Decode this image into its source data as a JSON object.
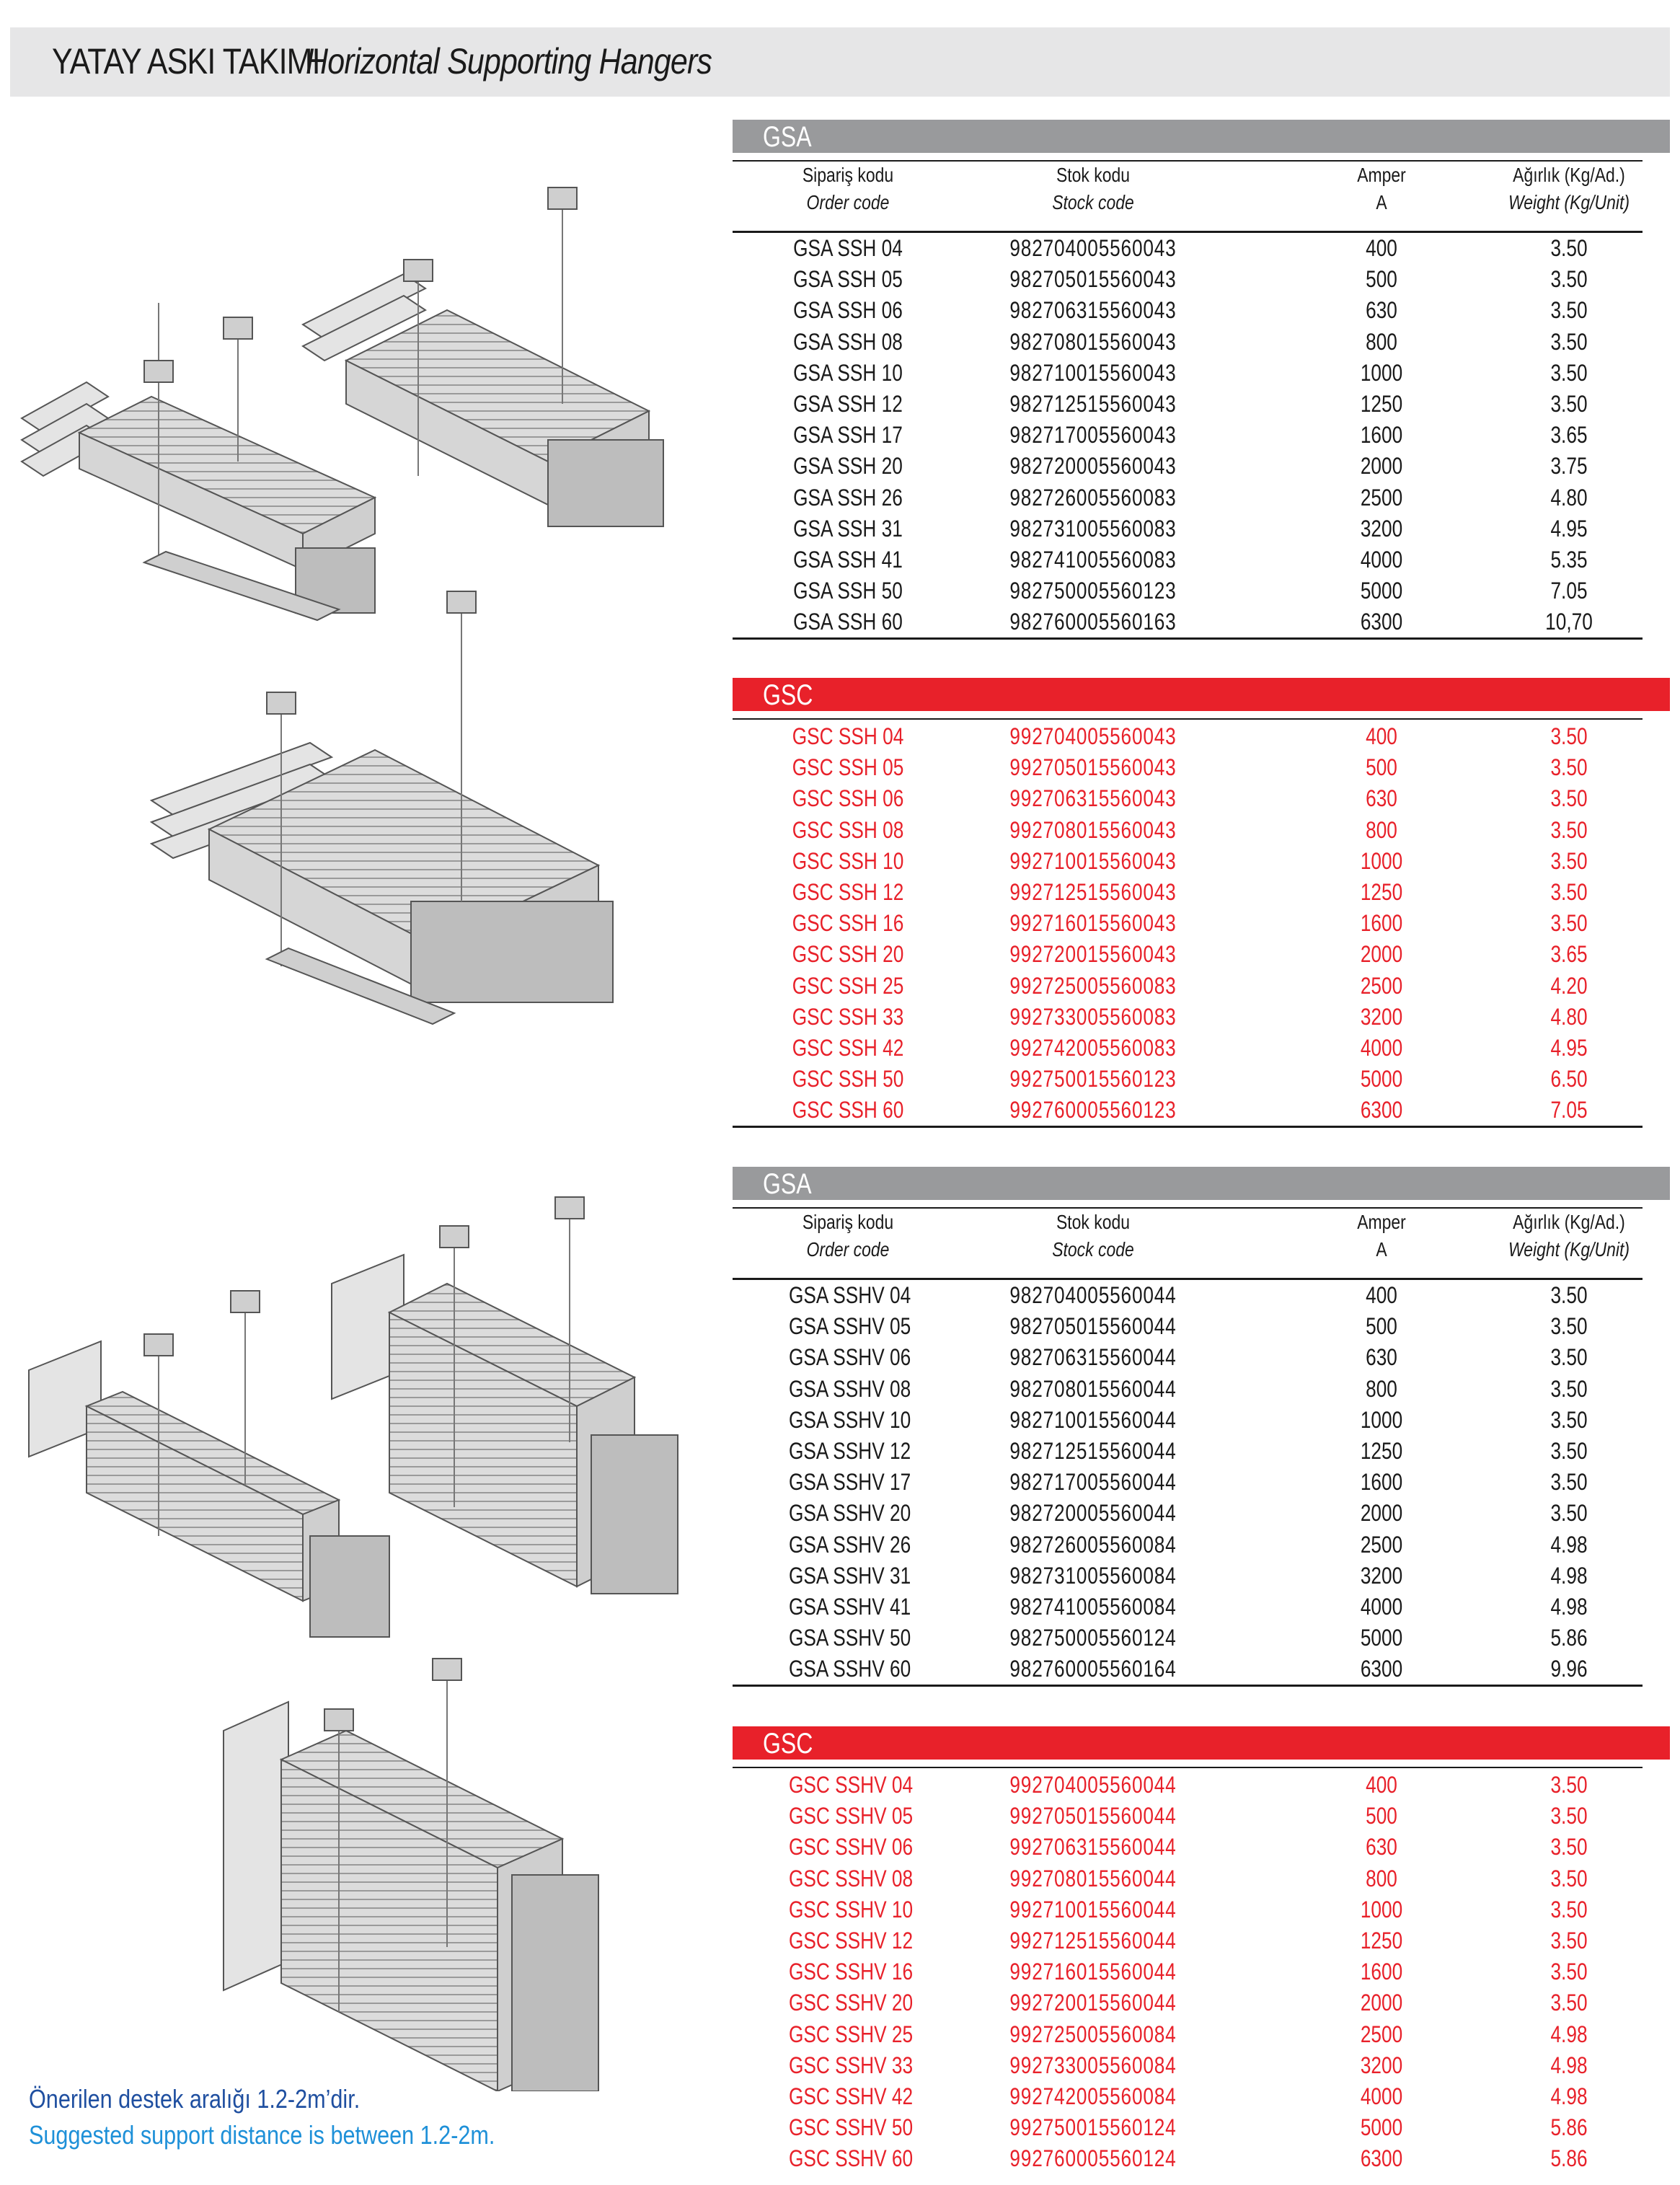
{
  "header": {
    "title_tr": "YATAY ASKI TAKIMI",
    "title_en": "Horizontal Supporting Hangers"
  },
  "columns": {
    "order_tr": "Sipariş kodu",
    "order_en": "Order code",
    "stock_tr": "Stok kodu",
    "stock_en": "Stock code",
    "amp_tr": "Amper",
    "amp_en": "A",
    "weight_tr": "Ağırlık (Kg/Ad.)",
    "weight_en": "Weight (Kg/Unit)"
  },
  "sections": [
    {
      "label": "GSA",
      "color": "#999a9c",
      "rows": [
        [
          "GSA SSH 04",
          "982704005560043",
          "400",
          "3.50"
        ],
        [
          "GSA SSH 05",
          "982705015560043",
          "500",
          "3.50"
        ],
        [
          "GSA SSH 06",
          "982706315560043",
          "630",
          "3.50"
        ],
        [
          "GSA SSH 08",
          "982708015560043",
          "800",
          "3.50"
        ],
        [
          "GSA SSH 10",
          "982710015560043",
          "1000",
          "3.50"
        ],
        [
          "GSA SSH 12",
          "982712515560043",
          "1250",
          "3.50"
        ],
        [
          "GSA SSH 17",
          "982717005560043",
          "1600",
          "3.65"
        ],
        [
          "GSA SSH 20",
          "982720005560043",
          "2000",
          "3.75"
        ],
        [
          "GSA SSH 26",
          "982726005560083",
          "2500",
          "4.80"
        ],
        [
          "GSA SSH 31",
          "982731005560083",
          "3200",
          "4.95"
        ],
        [
          "GSA SSH 41",
          "982741005560083",
          "4000",
          "5.35"
        ],
        [
          "GSA SSH 50",
          "982750005560123",
          "5000",
          "7.05"
        ],
        [
          "GSA SSH 60",
          "982760005560163",
          "6300",
          "10,70"
        ]
      ]
    },
    {
      "label": "GSC",
      "color": "#e8212a",
      "rows": [
        [
          "GSC SSH 04",
          "992704005560043",
          "400",
          "3.50"
        ],
        [
          "GSC SSH 05",
          "992705015560043",
          "500",
          "3.50"
        ],
        [
          "GSC SSH 06",
          "992706315560043",
          "630",
          "3.50"
        ],
        [
          "GSC SSH 08",
          "992708015560043",
          "800",
          "3.50"
        ],
        [
          "GSC SSH 10",
          "992710015560043",
          "1000",
          "3.50"
        ],
        [
          "GSC SSH 12",
          "992712515560043",
          "1250",
          "3.50"
        ],
        [
          "GSC SSH 16",
          "992716015560043",
          "1600",
          "3.50"
        ],
        [
          "GSC SSH 20",
          "992720015560043",
          "2000",
          "3.65"
        ],
        [
          "GSC SSH 25",
          "992725005560083",
          "2500",
          "4.20"
        ],
        [
          "GSC SSH 33",
          "992733005560083",
          "3200",
          "4.80"
        ],
        [
          "GSC SSH 42",
          "992742005560083",
          "4000",
          "4.95"
        ],
        [
          "GSC SSH 50",
          "992750015560123",
          "5000",
          "6.50"
        ],
        [
          "GSC SSH 60",
          "992760005560123",
          "6300",
          "7.05"
        ]
      ]
    },
    {
      "label": "GSA",
      "color": "#999a9c",
      "rows": [
        [
          "GSA SSHV 04",
          "982704005560044",
          "400",
          "3.50"
        ],
        [
          "GSA SSHV 05",
          "982705015560044",
          "500",
          "3.50"
        ],
        [
          "GSA SSHV 06",
          "982706315560044",
          "630",
          "3.50"
        ],
        [
          "GSA SSHV 08",
          "982708015560044",
          "800",
          "3.50"
        ],
        [
          "GSA SSHV 10",
          "982710015560044",
          "1000",
          "3.50"
        ],
        [
          "GSA SSHV 12",
          "982712515560044",
          "1250",
          "3.50"
        ],
        [
          "GSA SSHV 17",
          "982717005560044",
          "1600",
          "3.50"
        ],
        [
          "GSA SSHV 20",
          "982720005560044",
          "2000",
          "3.50"
        ],
        [
          "GSA SSHV 26",
          "982726005560084",
          "2500",
          "4.98"
        ],
        [
          "GSA SSHV 31",
          "982731005560084",
          "3200",
          "4.98"
        ],
        [
          "GSA SSHV 41",
          "982741005560084",
          "4000",
          "4.98"
        ],
        [
          "GSA SSHV 50",
          "982750005560124",
          "5000",
          "5.86"
        ],
        [
          "GSA SSHV 60",
          "982760005560164",
          "6300",
          "9.96"
        ]
      ]
    },
    {
      "label": "GSC",
      "color": "#e8212a",
      "rows": [
        [
          "GSC SSHV 04",
          "992704005560044",
          "400",
          "3.50"
        ],
        [
          "GSC SSHV 05",
          "992705015560044",
          "500",
          "3.50"
        ],
        [
          "GSC SSHV 06",
          "992706315560044",
          "630",
          "3.50"
        ],
        [
          "GSC SSHV 08",
          "992708015560044",
          "800",
          "3.50"
        ],
        [
          "GSC SSHV 10",
          "992710015560044",
          "1000",
          "3.50"
        ],
        [
          "GSC SSHV 12",
          "992712515560044",
          "1250",
          "3.50"
        ],
        [
          "GSC SSHV 16",
          "992716015560044",
          "1600",
          "3.50"
        ],
        [
          "GSC SSHV 20",
          "992720015560044",
          "2000",
          "3.50"
        ],
        [
          "GSC SSHV 25",
          "992725005560084",
          "2500",
          "4.98"
        ],
        [
          "GSC SSHV 33",
          "992733005560084",
          "3200",
          "4.98"
        ],
        [
          "GSC SSHV 42",
          "992742005560084",
          "4000",
          "4.98"
        ],
        [
          "GSC SSHV 50",
          "992750015560124",
          "5000",
          "5.86"
        ],
        [
          "GSC SSHV 60",
          "992760005560124",
          "6300",
          "5.86"
        ]
      ]
    }
  ],
  "notes": {
    "tr": "Önerilen destek aralığı 1.2-2m’dir.",
    "en": "Suggested support distance is between 1.2-2m."
  }
}
